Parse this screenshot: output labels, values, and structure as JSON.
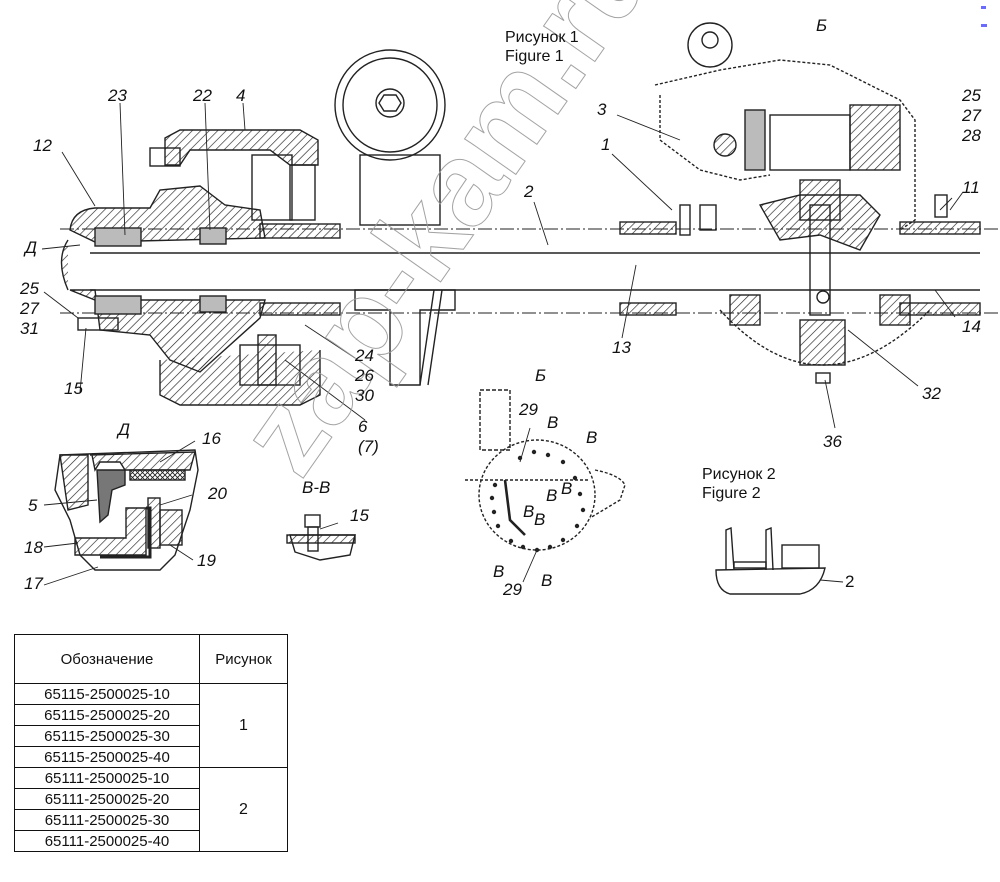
{
  "figure1": {
    "title_ru": "Рисунок 1",
    "title_en": "Figure 1"
  },
  "figure2": {
    "title_ru": "Рисунок 2",
    "title_en": "Figure 2",
    "label": "2"
  },
  "views": {
    "detail_D": "Д",
    "section_VV": "В-В",
    "view_B": "Б",
    "view_B_top": "Б"
  },
  "callouts": {
    "c23": "23",
    "c22": "22",
    "c4": "4",
    "c12": "12",
    "cD": "Д",
    "c25_27_31": "25\n27\n31",
    "c15": "15",
    "c24_26_30": "24\n26\n30",
    "c6_7": "6\n(7)",
    "c2": "2",
    "c3": "3",
    "c1": "1",
    "c13": "13",
    "c25_27_28": "25\n27\n28",
    "c11": "11",
    "c14": "14",
    "c32": "32",
    "c36": "36",
    "d16": "16",
    "d20": "20",
    "d5": "5",
    "d18": "18",
    "d19": "19",
    "d17": "17",
    "vv15": "15",
    "b29a": "29",
    "b29b": "29",
    "bV1": "В",
    "bV2": "В",
    "bV3": "В",
    "bV4": "В",
    "bV5": "В",
    "bV6": "В",
    "bV7": "В",
    "bV8": "В"
  },
  "table": {
    "headers": [
      "Обозначение",
      "Рисунок"
    ],
    "groups": [
      {
        "figure": "1",
        "codes": [
          "65115-2500025-10",
          "65115-2500025-20",
          "65115-2500025-30",
          "65115-2500025-40"
        ]
      },
      {
        "figure": "2",
        "codes": [
          "65111-2500025-10",
          "65111-2500025-20",
          "65111-2500025-30",
          "65111-2500025-40"
        ]
      }
    ]
  },
  "watermark": "zap-kam.ru"
}
